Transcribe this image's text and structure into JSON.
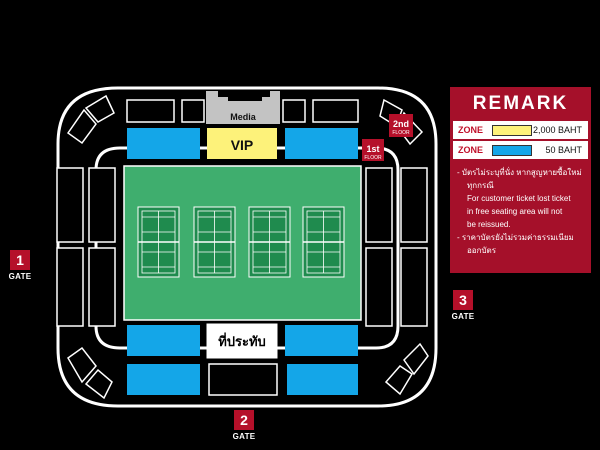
{
  "venue": {
    "media_label": "Media",
    "vip_label": "VIP",
    "counter_label": "ที่ประทับ",
    "floor_2": {
      "num": "2nd",
      "word": "FLOOR"
    },
    "floor_1": {
      "num": "1st",
      "word": "FLOOR"
    }
  },
  "gates": [
    {
      "number": "1",
      "label": "GATE"
    },
    {
      "number": "2",
      "label": "GATE"
    },
    {
      "number": "3",
      "label": "GATE"
    }
  ],
  "remark": {
    "title": "REMARK",
    "zones": [
      {
        "label": "ZONE",
        "color": "#fdf27a",
        "price": "2,000 BAHT"
      },
      {
        "label": "ZONE",
        "color": "#14a6e8",
        "price": "50 BAHT"
      }
    ],
    "notes": [
      "- บัตรไม่ระบุที่นั่ง หากสูญหายซื้อใหม่",
      "ทุกกรณี",
      "For customer ticket lost ticket",
      "in free seating area will not",
      "be reissued.",
      "- ราคาบัตรยังไม่รวมค่าธรรมเนียม",
      "ออกบัตร"
    ]
  },
  "colors": {
    "background": "#000000",
    "blue_zone": "#14a6e8",
    "vip_zone": "#fdf27a",
    "court_field": "#3fae6e",
    "accent_red": "#b5102a"
  }
}
